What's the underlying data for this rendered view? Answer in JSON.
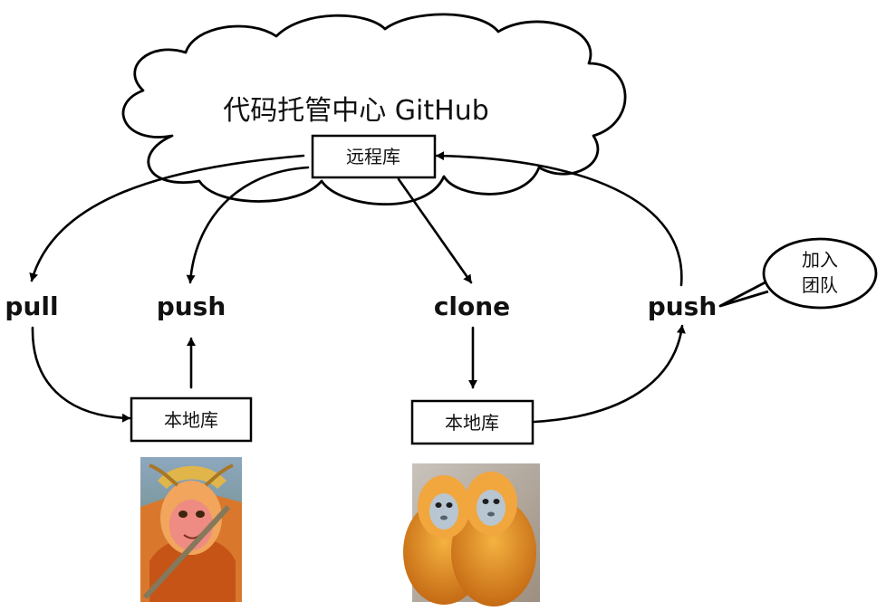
{
  "cloud": {
    "title": "代码托管中心 GitHub"
  },
  "remote": {
    "label": "远程库"
  },
  "left": {
    "pull_label": "pull",
    "push_label": "push",
    "local_label": "本地库",
    "photo_icon": "monkey-king-portrait"
  },
  "right": {
    "clone_label": "clone",
    "push_label": "push",
    "local_label": "本地库",
    "photo_icon": "two-golden-monkeys-photo"
  },
  "bubble": {
    "line1": "加入",
    "line2": "团队"
  },
  "colors": {
    "stroke": "#000000",
    "background": "#ffffff"
  }
}
